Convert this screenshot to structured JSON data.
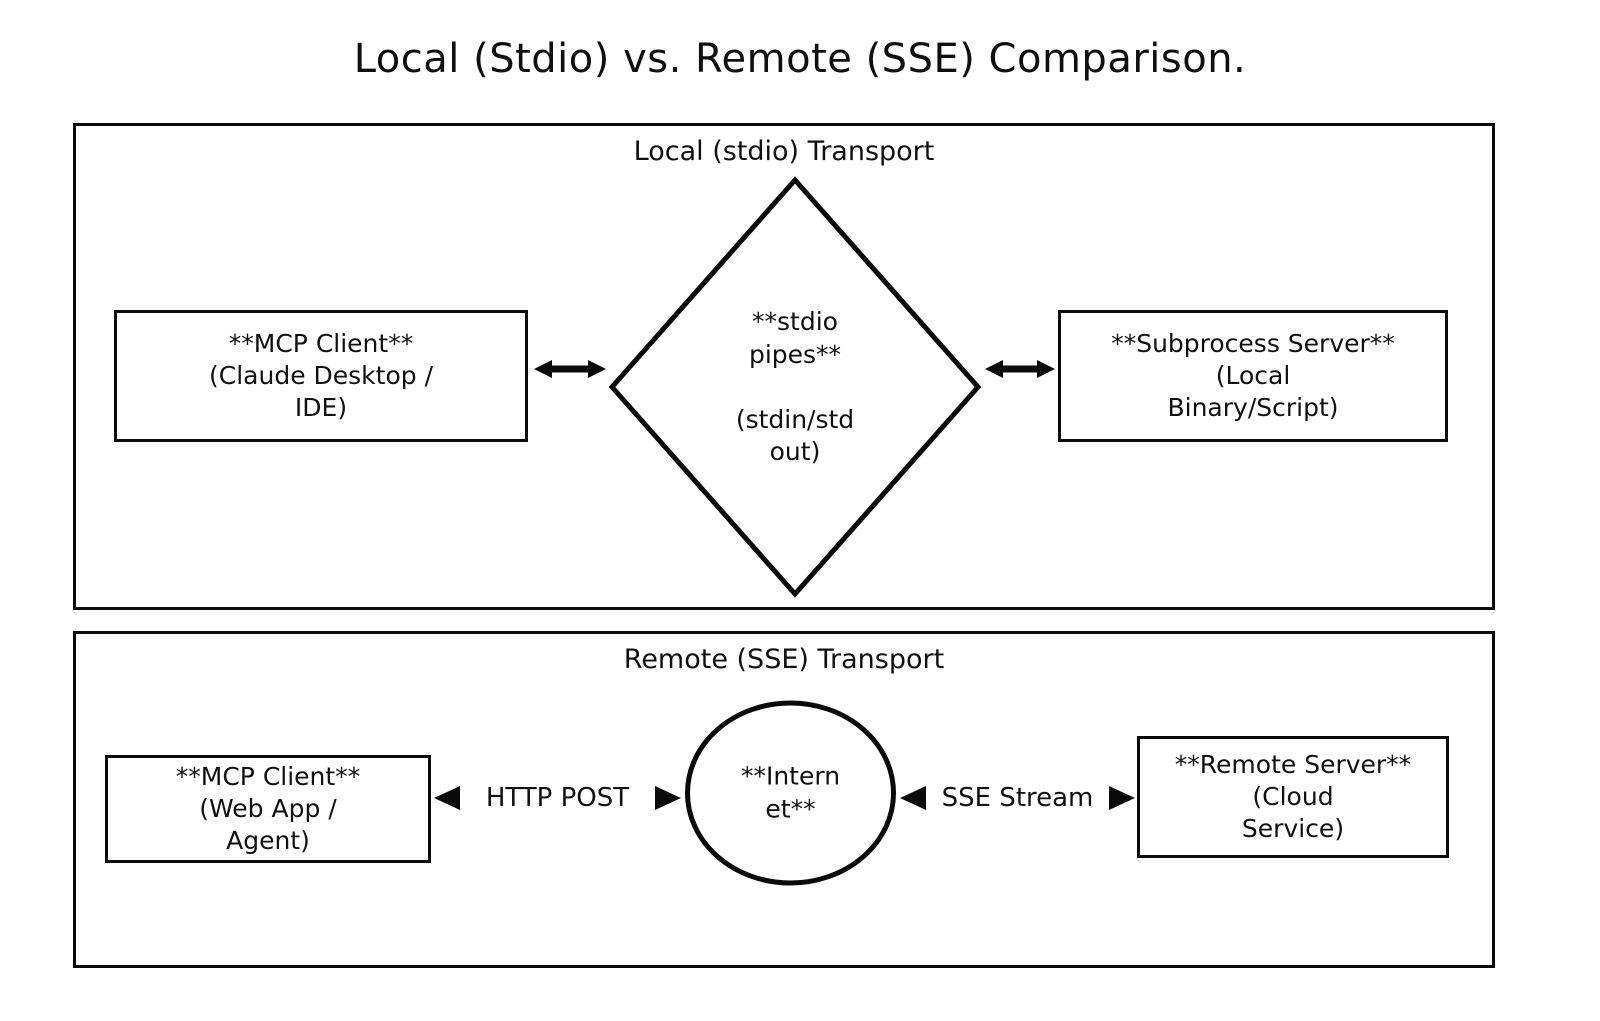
{
  "title": "Local (Stdio) vs. Remote (SSE) Comparison.",
  "theme": {
    "background": "#ffffff",
    "stroke": "#0a0a0a",
    "text": "#101010"
  },
  "subgraphs": [
    {
      "id": "local",
      "label": "Local (stdio) Transport",
      "nodes": [
        {
          "id": "mcp-client-local",
          "shape": "rect",
          "text": "**MCP Client**\n(Claude Desktop /\nIDE)"
        },
        {
          "id": "stdio-pipes",
          "shape": "diamond",
          "text": "**stdio\npipes**\n\n(stdin/std\nout)"
        },
        {
          "id": "subprocess-server",
          "shape": "rect",
          "text": "**Subprocess Server**\n(Local\nBinary/Script)"
        }
      ],
      "edges": [
        {
          "id": "client-to-pipes",
          "from": "mcp-client-local",
          "to": "stdio-pipes",
          "label": "",
          "arrows": "both"
        },
        {
          "id": "pipes-to-server",
          "from": "stdio-pipes",
          "to": "subprocess-server",
          "label": "",
          "arrows": "both"
        }
      ]
    },
    {
      "id": "remote",
      "label": "Remote (SSE) Transport",
      "nodes": [
        {
          "id": "mcp-client-remote",
          "shape": "rect",
          "text": "**MCP Client**\n(Web App /\nAgent)"
        },
        {
          "id": "internet",
          "shape": "circle",
          "text": "**Intern\net**"
        },
        {
          "id": "remote-server",
          "shape": "rect",
          "text": "**Remote Server**\n(Cloud\nService)"
        }
      ],
      "edges": [
        {
          "id": "client-to-net",
          "from": "mcp-client-remote",
          "to": "internet",
          "label": "HTTP POST",
          "arrows": "both"
        },
        {
          "id": "net-to-server",
          "from": "internet",
          "to": "remote-server",
          "label": "SSE Stream",
          "arrows": "both"
        }
      ]
    }
  ]
}
